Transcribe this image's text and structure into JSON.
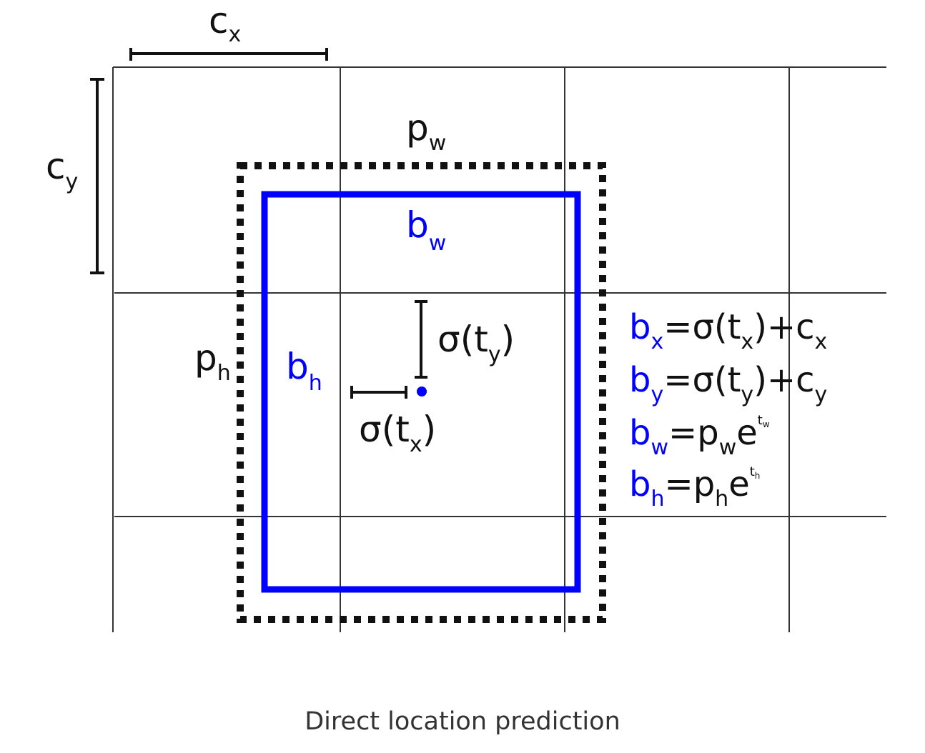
{
  "caption": "Direct location prediction",
  "labels": {
    "cx_main": "c",
    "cx_sub": "x",
    "cy_main": "c",
    "cy_sub": "y",
    "pw_main": "p",
    "pw_sub": "w",
    "ph_main": "p",
    "ph_sub": "h",
    "bw_main": "b",
    "bw_sub": "w",
    "bh_main": "b",
    "bh_sub": "h",
    "sty_pre": "σ(t",
    "sty_sub": "y",
    "sty_post": ")",
    "stx_pre": "σ(t",
    "stx_sub": "x",
    "stx_post": ")"
  },
  "equations": {
    "bx": {
      "lhs": "b",
      "lhs_sub": "x",
      "eq": "=σ(t",
      "eq_sub": "x",
      "rest": ")+c",
      "rest_sub": "x"
    },
    "by": {
      "lhs": "b",
      "lhs_sub": "y",
      "eq": "=σ(t",
      "eq_sub": "y",
      "rest": ")+c",
      "rest_sub": "y"
    },
    "bw": {
      "lhs": "b",
      "lhs_sub": "w",
      "eq": "=p",
      "eq_sub": "w",
      "rest": "e",
      "sup": "t",
      "sup_sub": "w"
    },
    "bh": {
      "lhs": "b",
      "lhs_sub": "h",
      "eq": "=p",
      "eq_sub": "h",
      "rest": "e",
      "sup": "t",
      "sup_sub": "h"
    }
  },
  "colors": {
    "predicted_box": "#0000ff",
    "prior_box": "#111111",
    "grid": "#333333",
    "text": "#111111"
  }
}
